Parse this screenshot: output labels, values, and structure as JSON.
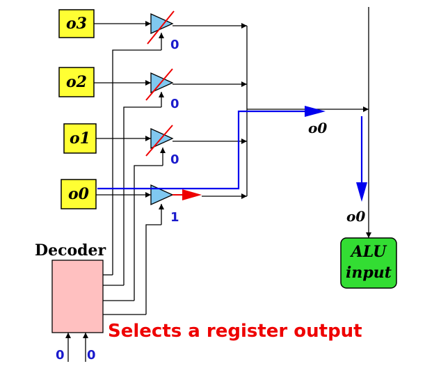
{
  "registers": [
    {
      "label": "o3",
      "select_bit": "0"
    },
    {
      "label": "o2",
      "select_bit": "0"
    },
    {
      "label": "o1",
      "select_bit": "0"
    },
    {
      "label": "o0",
      "select_bit": "1"
    }
  ],
  "bus_label": "o0",
  "alu_input_label": "o0",
  "decoder": {
    "title": "Decoder",
    "inputs": [
      "0",
      "0"
    ]
  },
  "alu": {
    "line1": "ALU",
    "line2": "input"
  },
  "caption": "Selects a register output",
  "colors": {
    "register_fill": "#ffff33",
    "buffer_fill": "#80c8f0",
    "decoder_fill": "#ffc0c0",
    "alu_fill": "#33dd33",
    "active_path": "#0000ee",
    "active_buffer_out": "#ee0000",
    "disabled_slash": "#ee0000"
  }
}
